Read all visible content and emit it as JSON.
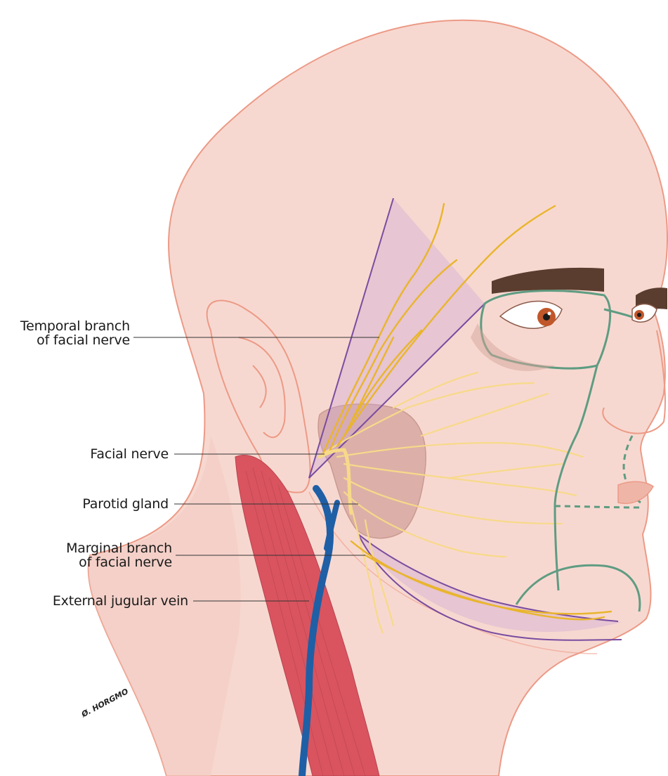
{
  "labels": {
    "temporal_branch": {
      "line1": "Temporal branch",
      "line2": "of facial nerve"
    },
    "facial_nerve": "Facial nerve",
    "parotid_gland": "Parotid gland",
    "marginal_branch": {
      "line1": "Marginal branch",
      "line2": "of facial nerve"
    },
    "external_jugular_vein": "External jugular vein"
  },
  "signature": "Ø. HORGMO",
  "colors": {
    "skin": "#f7d8d0",
    "skin_outline": "#ec9a86",
    "muscle": "#d9545f",
    "vein": "#1f5fa6",
    "nerve_temporal": "#e9b52d",
    "nerve_branches": "#f7d98a",
    "parotid": "#dcb0a8",
    "danger_zone_outline": "#7a4ca0",
    "danger_zone_fill": "#c8a2d6",
    "green_outline": "#5e9c82",
    "eyebrow": "#5a3d2e",
    "iris": "#c0572a",
    "leader_line": "#333333"
  }
}
